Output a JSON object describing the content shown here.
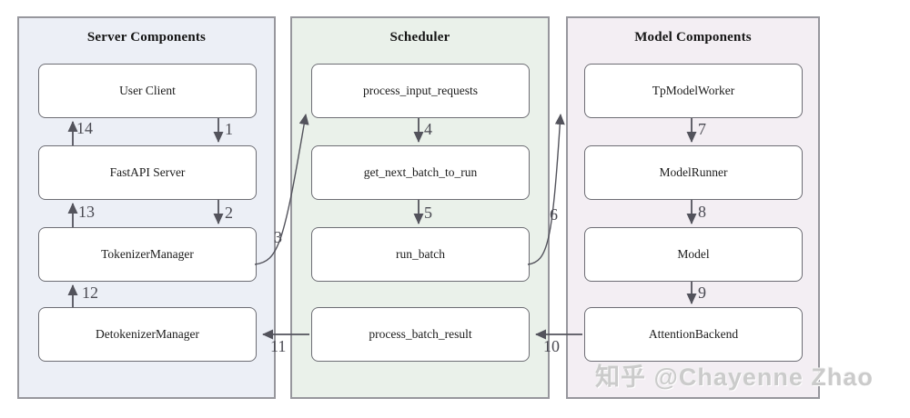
{
  "panels": [
    {
      "title": "Server Components",
      "background": "#eceff6",
      "boxes": [
        "User Client",
        "FastAPI Server",
        "TokenizerManager",
        "DetokenizerManager"
      ]
    },
    {
      "title": "Scheduler",
      "background": "#eaf1ea",
      "boxes": [
        "process_input_requests",
        "get_next_batch_to_run",
        "run_batch",
        "process_batch_result"
      ]
    },
    {
      "title": "Model Components",
      "background": "#f3eef3",
      "boxes": [
        "TpModelWorker",
        "ModelRunner",
        "Model",
        "AttentionBackend"
      ]
    }
  ],
  "edges": [
    {
      "label": "1",
      "from": "User Client",
      "to": "FastAPI Server",
      "direction": "down"
    },
    {
      "label": "2",
      "from": "FastAPI Server",
      "to": "TokenizerManager",
      "direction": "down"
    },
    {
      "label": "3",
      "from": "TokenizerManager",
      "to": "process_input_requests",
      "direction": "curve-up-right"
    },
    {
      "label": "4",
      "from": "process_input_requests",
      "to": "get_next_batch_to_run",
      "direction": "down"
    },
    {
      "label": "5",
      "from": "get_next_batch_to_run",
      "to": "run_batch",
      "direction": "down"
    },
    {
      "label": "6",
      "from": "run_batch",
      "to": "TpModelWorker",
      "direction": "curve-up-right"
    },
    {
      "label": "7",
      "from": "TpModelWorker",
      "to": "ModelRunner",
      "direction": "down"
    },
    {
      "label": "8",
      "from": "ModelRunner",
      "to": "Model",
      "direction": "down"
    },
    {
      "label": "9",
      "from": "Model",
      "to": "AttentionBackend",
      "direction": "down"
    },
    {
      "label": "10",
      "from": "AttentionBackend",
      "to": "process_batch_result",
      "direction": "left"
    },
    {
      "label": "11",
      "from": "process_batch_result",
      "to": "DetokenizerManager",
      "direction": "left"
    },
    {
      "label": "12",
      "from": "DetokenizerManager",
      "to": "TokenizerManager",
      "direction": "up"
    },
    {
      "label": "13",
      "from": "TokenizerManager",
      "to": "FastAPI Server",
      "direction": "up"
    },
    {
      "label": "14",
      "from": "FastAPI Server",
      "to": "User Client",
      "direction": "up"
    }
  ],
  "colors": {
    "arrow": "#53535c",
    "panel_border": "#97979d",
    "box_border": "#6d6d74",
    "label_text": "#4a4a52",
    "watermark_text": "#cbcbcb"
  },
  "watermark": "知乎 @Chayenne Zhao"
}
